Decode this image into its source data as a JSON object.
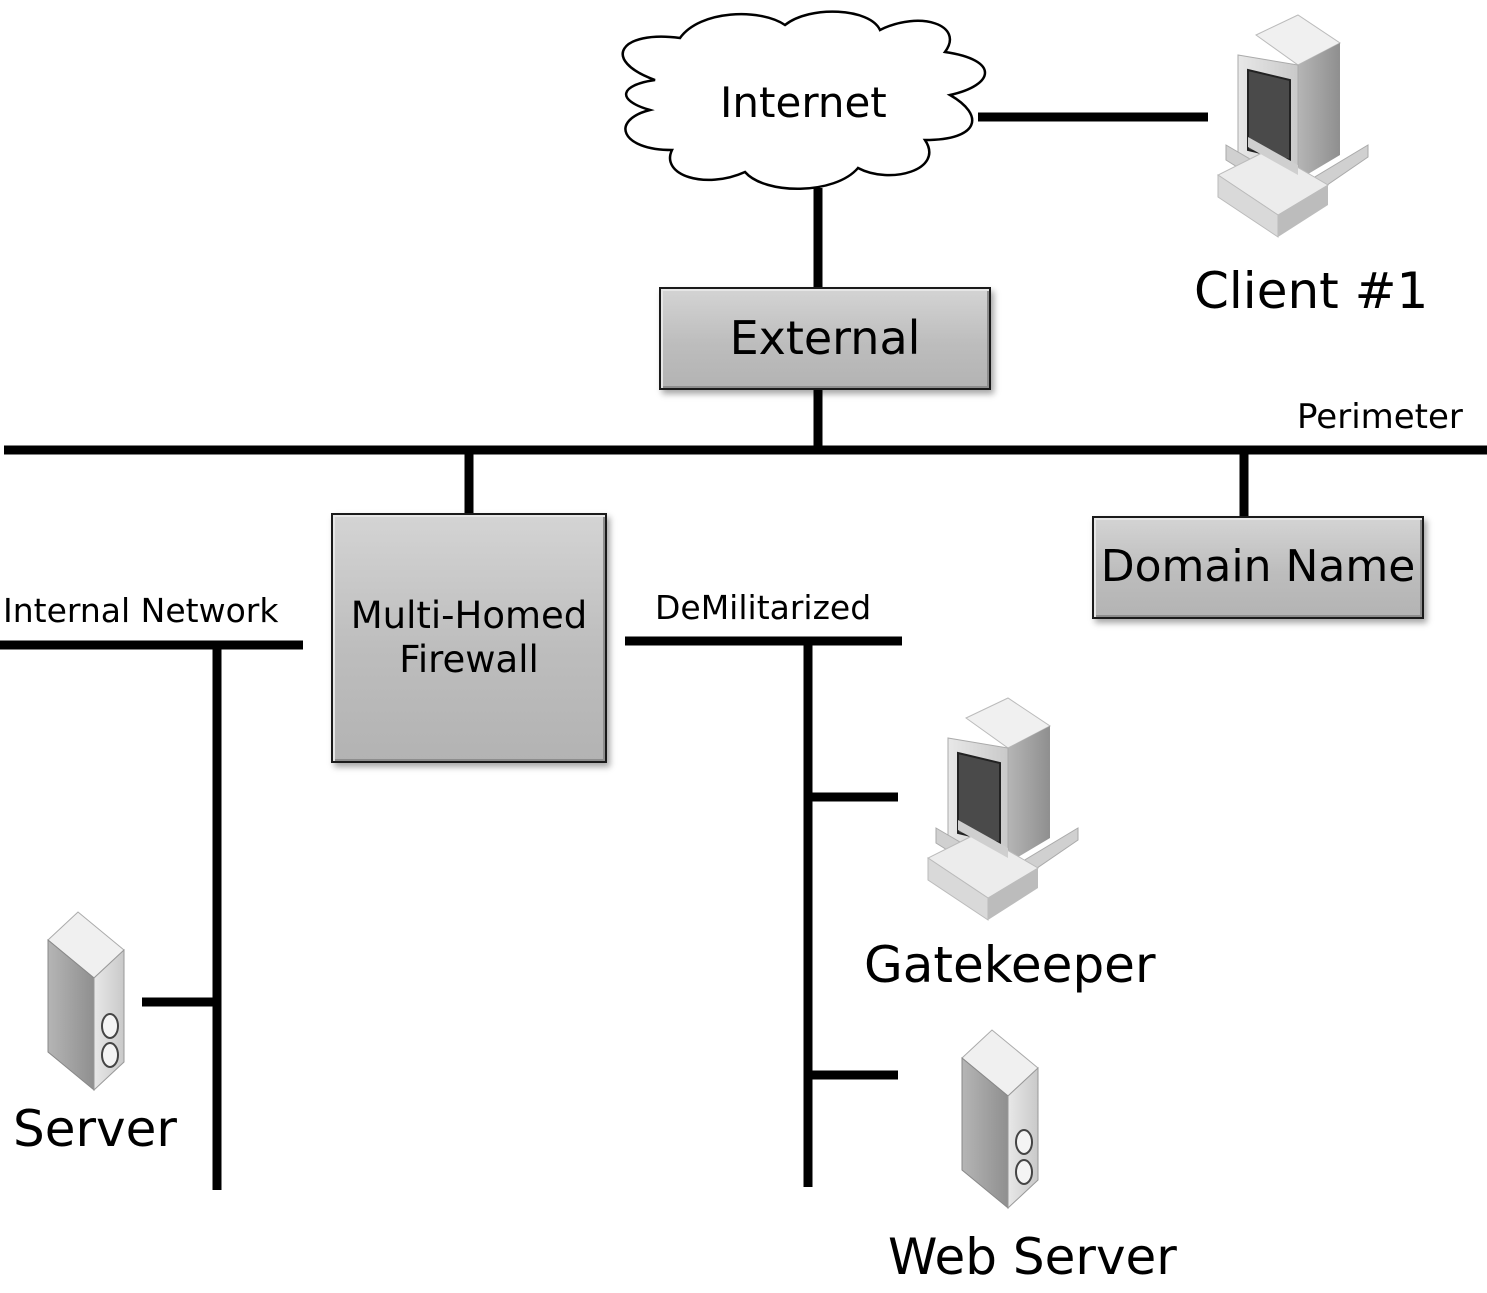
{
  "nodes": {
    "internet": {
      "label": "Internet",
      "icon": "cloud-icon"
    },
    "client": {
      "label": "Client #1",
      "icon": "desktop-computer-icon"
    },
    "external": {
      "label": "External"
    },
    "domain_name": {
      "label": "Domain Name"
    },
    "firewall": {
      "label_line1": "Multi-Homed",
      "label_line2": "Firewall"
    },
    "gatekeeper": {
      "label": "Gatekeeper",
      "icon": "desktop-computer-icon"
    },
    "web_server": {
      "label": "Web Server",
      "icon": "tower-server-icon"
    },
    "server": {
      "label": "Server",
      "icon": "tower-server-icon"
    }
  },
  "networks": {
    "perimeter": "Perimeter",
    "internal": "Internal Network",
    "dmz": "DeMilitarized"
  },
  "colors": {
    "line": "#000000",
    "box_fill": "#c4c4c4",
    "background": "#ffffff"
  }
}
